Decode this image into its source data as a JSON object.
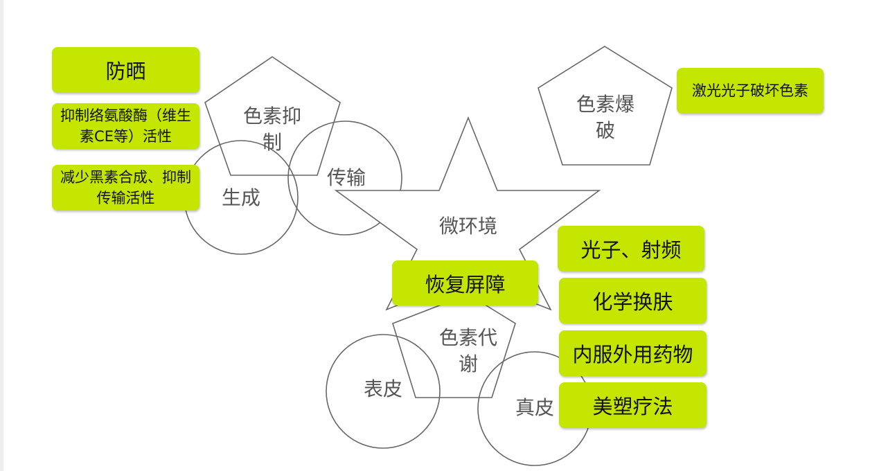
{
  "colors": {
    "box_fill": "#c5e600",
    "outline": "#666666"
  },
  "shapes": {
    "pentagon_inhibit": {
      "line1": "色素抑",
      "line2": "制"
    },
    "circle_generate": "生成",
    "circle_transport": "传输",
    "star_microenv": "微环境",
    "pentagon_blast": {
      "line1": "色素爆",
      "line2": "破"
    },
    "pentagon_metabolism": {
      "line1": "色素代",
      "line2": "谢"
    },
    "circle_epidermis": "表皮",
    "circle_dermis": "真皮"
  },
  "boxes": {
    "sunscreen": "防晒",
    "tyrosinase": "抑制络氨酸酶（维生素CE等）活性",
    "reduce_melanin": "减少黑素合成、抑制传输活性",
    "laser": "激光光子破坏色素",
    "photon_rf": "光子、射频",
    "chemical_peel": "化学换肤",
    "drugs": "内服外用药物",
    "mesotherapy": "美塑疗法",
    "barrier": "恢复屏障"
  }
}
